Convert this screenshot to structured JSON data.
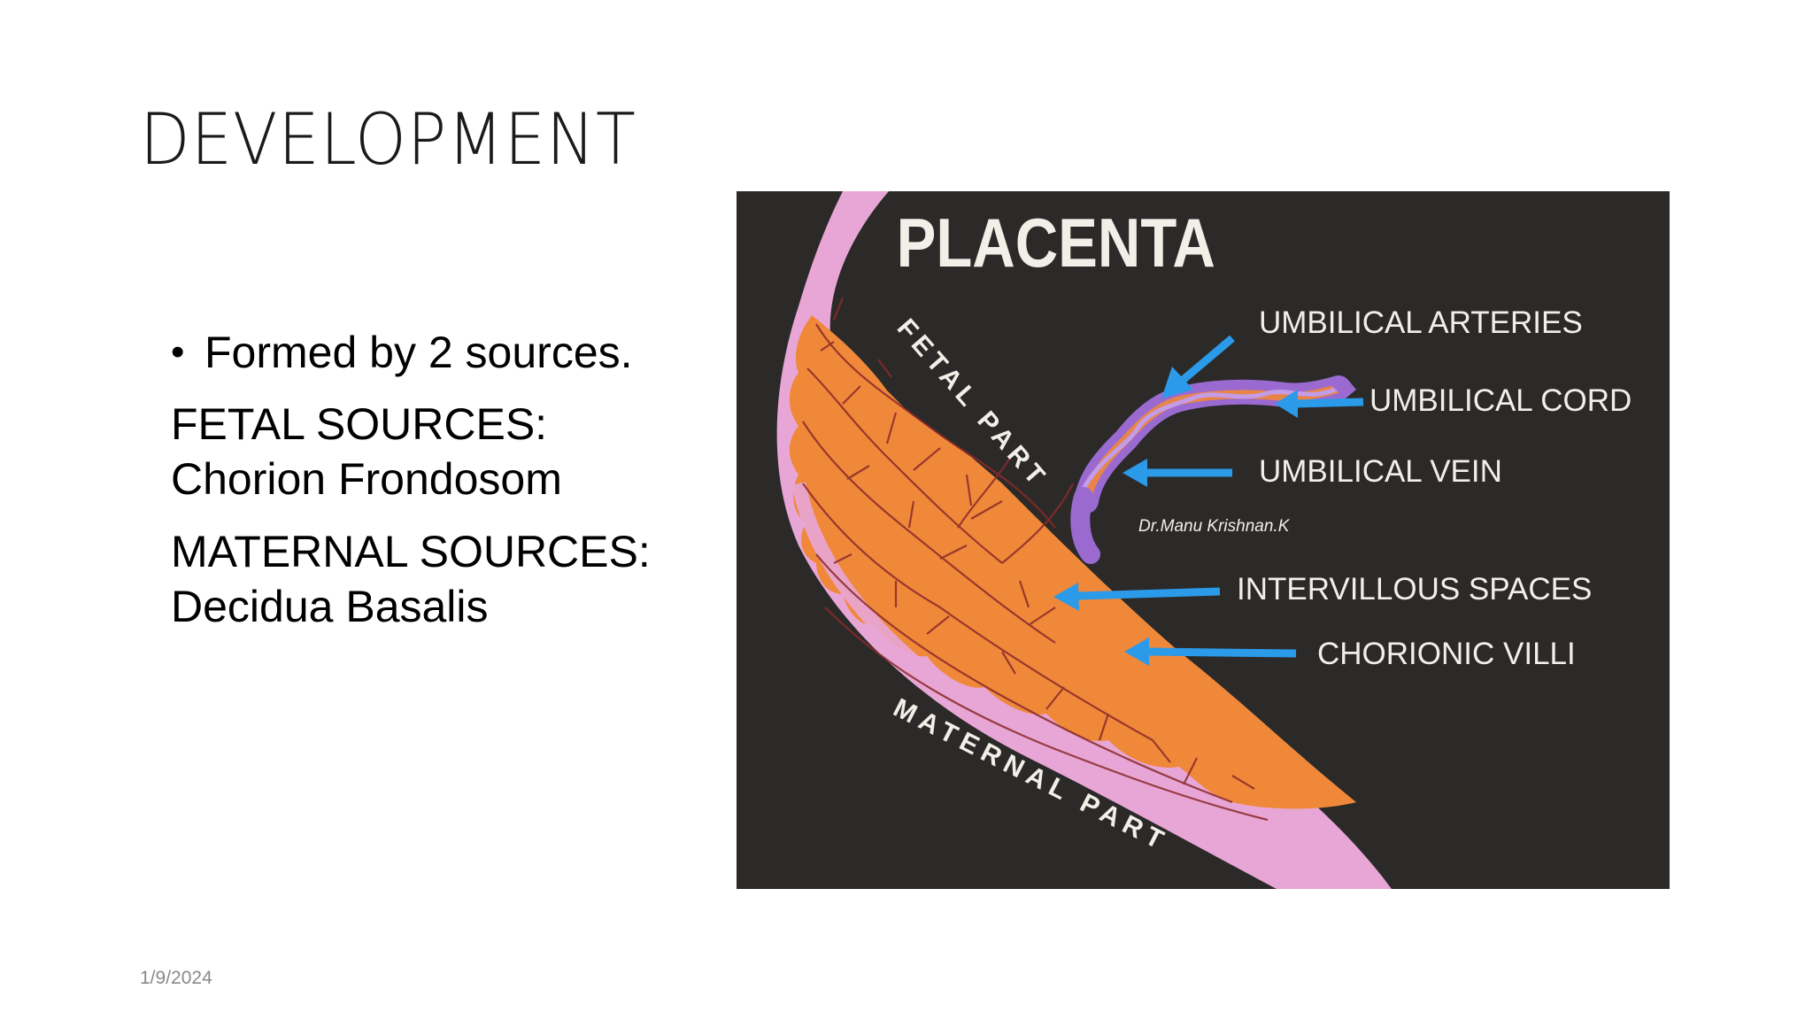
{
  "slide": {
    "title": "DEVELOPMENT",
    "bullet": "Formed by 2 sources.",
    "fetal_heading": "FETAL SOURCES:",
    "fetal_value": "Chorion Frondosom",
    "maternal_heading": "MATERNAL SOURCES:",
    "maternal_value": "Decidua Basalis",
    "date": "1/9/2024"
  },
  "figure": {
    "title": "PLACENTA",
    "labels": {
      "fetal_part": "FETAL PART",
      "maternal_part": "MATERNAL PART",
      "umbilical_arteries": "UMBILICAL ARTERIES",
      "umbilical_cord": "UMBILICAL CORD",
      "umbilical_vein": "UMBILICAL VEIN",
      "intervillous_spaces": "INTERVILLOUS SPACES",
      "chorionic_villi": "CHORIONIC VILLI",
      "watermark": "Dr.Manu Krishnan.K"
    },
    "colors": {
      "background": "#2b2a29",
      "membrane": "#e8a6d6",
      "villi": "#f0883a",
      "vessels": "#8a2a2a",
      "arrows": "#2b9ae8",
      "cord": "#a877d6"
    }
  }
}
